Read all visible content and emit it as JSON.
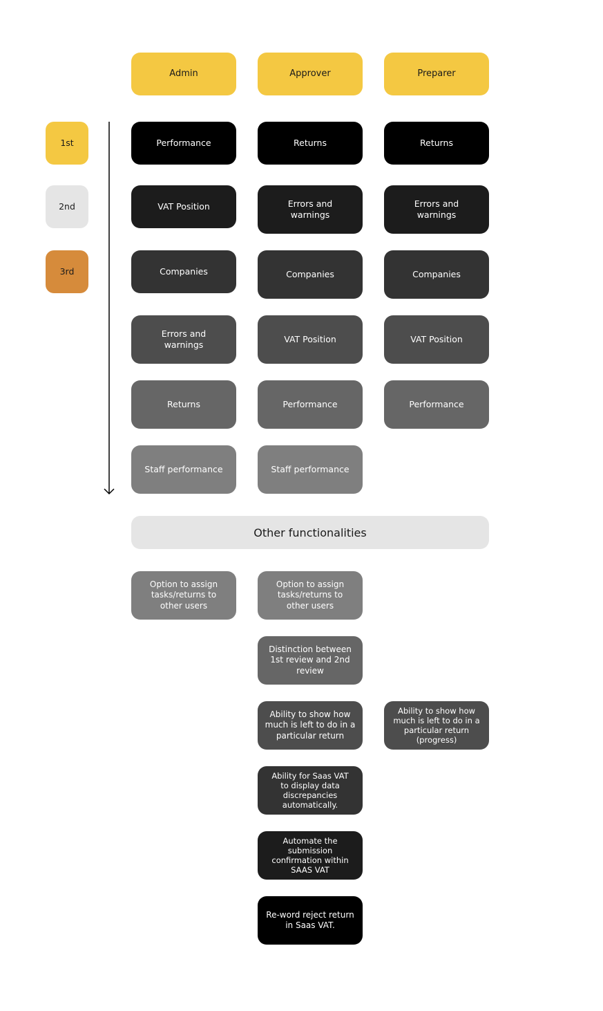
{
  "headers": {
    "admin": "Admin",
    "approver": "Approver",
    "preparer": "Preparer"
  },
  "ranks": {
    "first": "1st",
    "second": "2nd",
    "third": "3rd"
  },
  "admin": [
    "Performance",
    "VAT Position",
    "Companies",
    "Errors and warnings",
    "Returns",
    "Staff performance"
  ],
  "approver": [
    "Returns",
    "Errors and warnings",
    "Companies",
    "VAT Position",
    "Performance",
    "Staff performance"
  ],
  "preparer": [
    "Returns",
    "Errors and warnings",
    "Companies",
    "VAT Position",
    "Performance"
  ],
  "other_title": "Other functionalities",
  "other": {
    "admin_assign": "Option to assign tasks/returns to other users",
    "approver_assign": "Option to assign tasks/returns to other users",
    "approver_distinction": "Distinction between 1st review and 2nd review",
    "approver_progress": "Ability to show how much is left to do in a particular return",
    "preparer_progress": "Ability to show how much is left to do in a particular return (progress)",
    "approver_discrepancies": "Ability for Saas VAT to display data discrepancies automatically.",
    "approver_automate": "Automate the submission confirmation within SAAS VAT",
    "approver_reword": "Re-word reject return in Saas VAT."
  },
  "colors": {
    "header_yellow": "#f4c842",
    "rank_1st": "#f4c842",
    "rank_2nd": "#e5e5e5",
    "rank_3rd": "#d68b3b",
    "section_bar": "#e5e5e5"
  }
}
